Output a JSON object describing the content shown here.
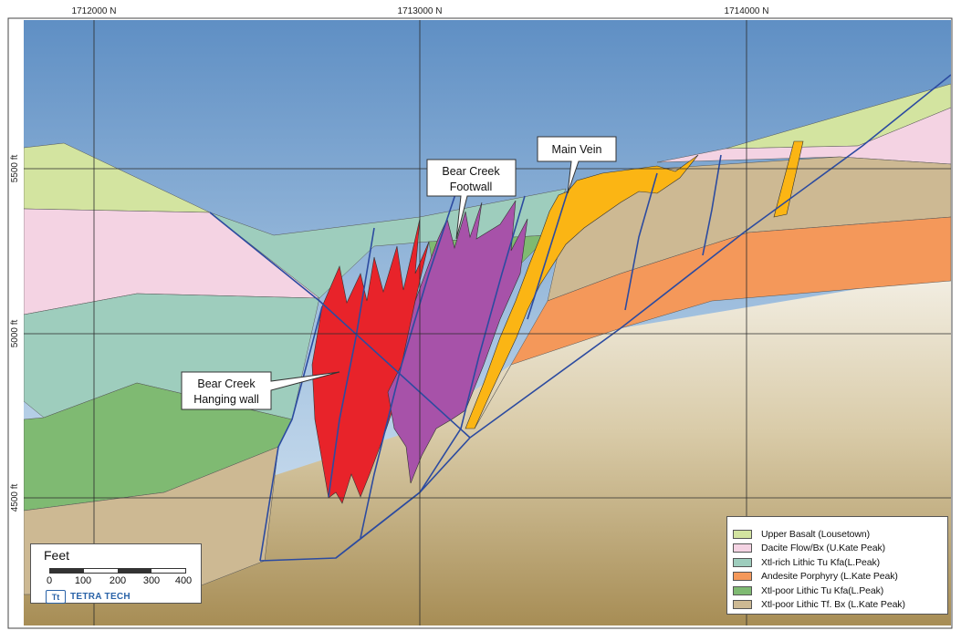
{
  "grid": {
    "northings": [
      "1712000 N",
      "1713000 N",
      "1714000 N"
    ],
    "elevations": [
      "5500 ft",
      "5000 ft",
      "4500 ft"
    ]
  },
  "callouts": {
    "main_vein": "Main Vein",
    "footwall_line1": "Bear Creek",
    "footwall_line2": "Footwall",
    "hanging_line1": "Bear Creek",
    "hanging_line2": "Hanging wall"
  },
  "legend": {
    "items": [
      {
        "label": "Upper Basalt (Lousetown)",
        "color": "#d3e4a0"
      },
      {
        "label": "Dacite Flow/Bx (U.Kate Peak)",
        "color": "#f4d3e3"
      },
      {
        "label": "Xtl-rich Lithic Tu      Kfa(L.Peak)",
        "color": "#9ecdbd"
      },
      {
        "label": "Andesite Porphyry (L.Kate Peak)",
        "color": "#f4985a"
      },
      {
        "label": "Xtl-poor Lithic Tu      Kfa(L.Peak)",
        "color": "#7fba72"
      },
      {
        "label": "Xtl-poor Lithic Tf. Bx (L.Kate Peak)",
        "color": "#cdb993"
      }
    ]
  },
  "scale": {
    "title": "Feet",
    "ticks": [
      "0",
      "100",
      "200",
      "300",
      "400"
    ]
  },
  "logo": {
    "mark": "Tt",
    "text": "TETRA TECH"
  },
  "colors": {
    "vein_red": "#e8232a",
    "vein_purple": "#a752a9",
    "vein_yellow": "#fbb514",
    "fault_line": "#2c4ba0"
  }
}
